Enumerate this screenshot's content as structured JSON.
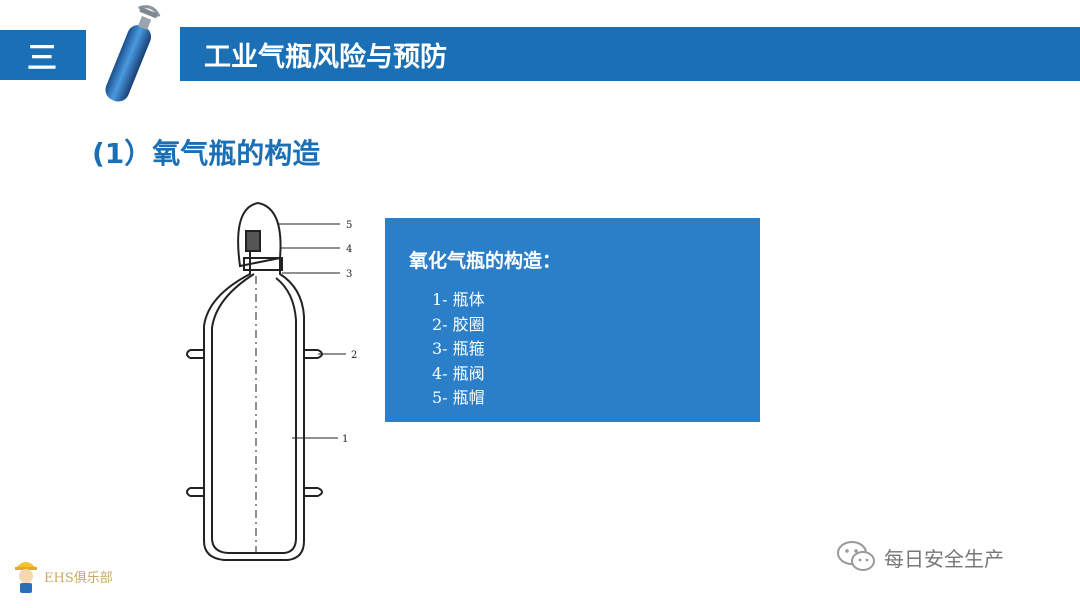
{
  "header": {
    "section_number": "三",
    "title": "工业气瓶风险与预防"
  },
  "subtitle": "(1）氧气瓶的构造",
  "diagram": {
    "labels": [
      "5",
      "4",
      "3",
      "2",
      "1"
    ]
  },
  "info_box": {
    "title": "氧化气瓶的构造：",
    "items": [
      "1- 瓶体",
      "2- 胶圈",
      "3- 瓶箍",
      "4- 瓶阀",
      "5- 瓶帽"
    ]
  },
  "footer": {
    "logo_text": "EHS俱乐部",
    "wechat_account": "每日安全生产"
  },
  "colors": {
    "brand_blue": "#1a6fb5",
    "box_blue": "#2b7ec8"
  }
}
